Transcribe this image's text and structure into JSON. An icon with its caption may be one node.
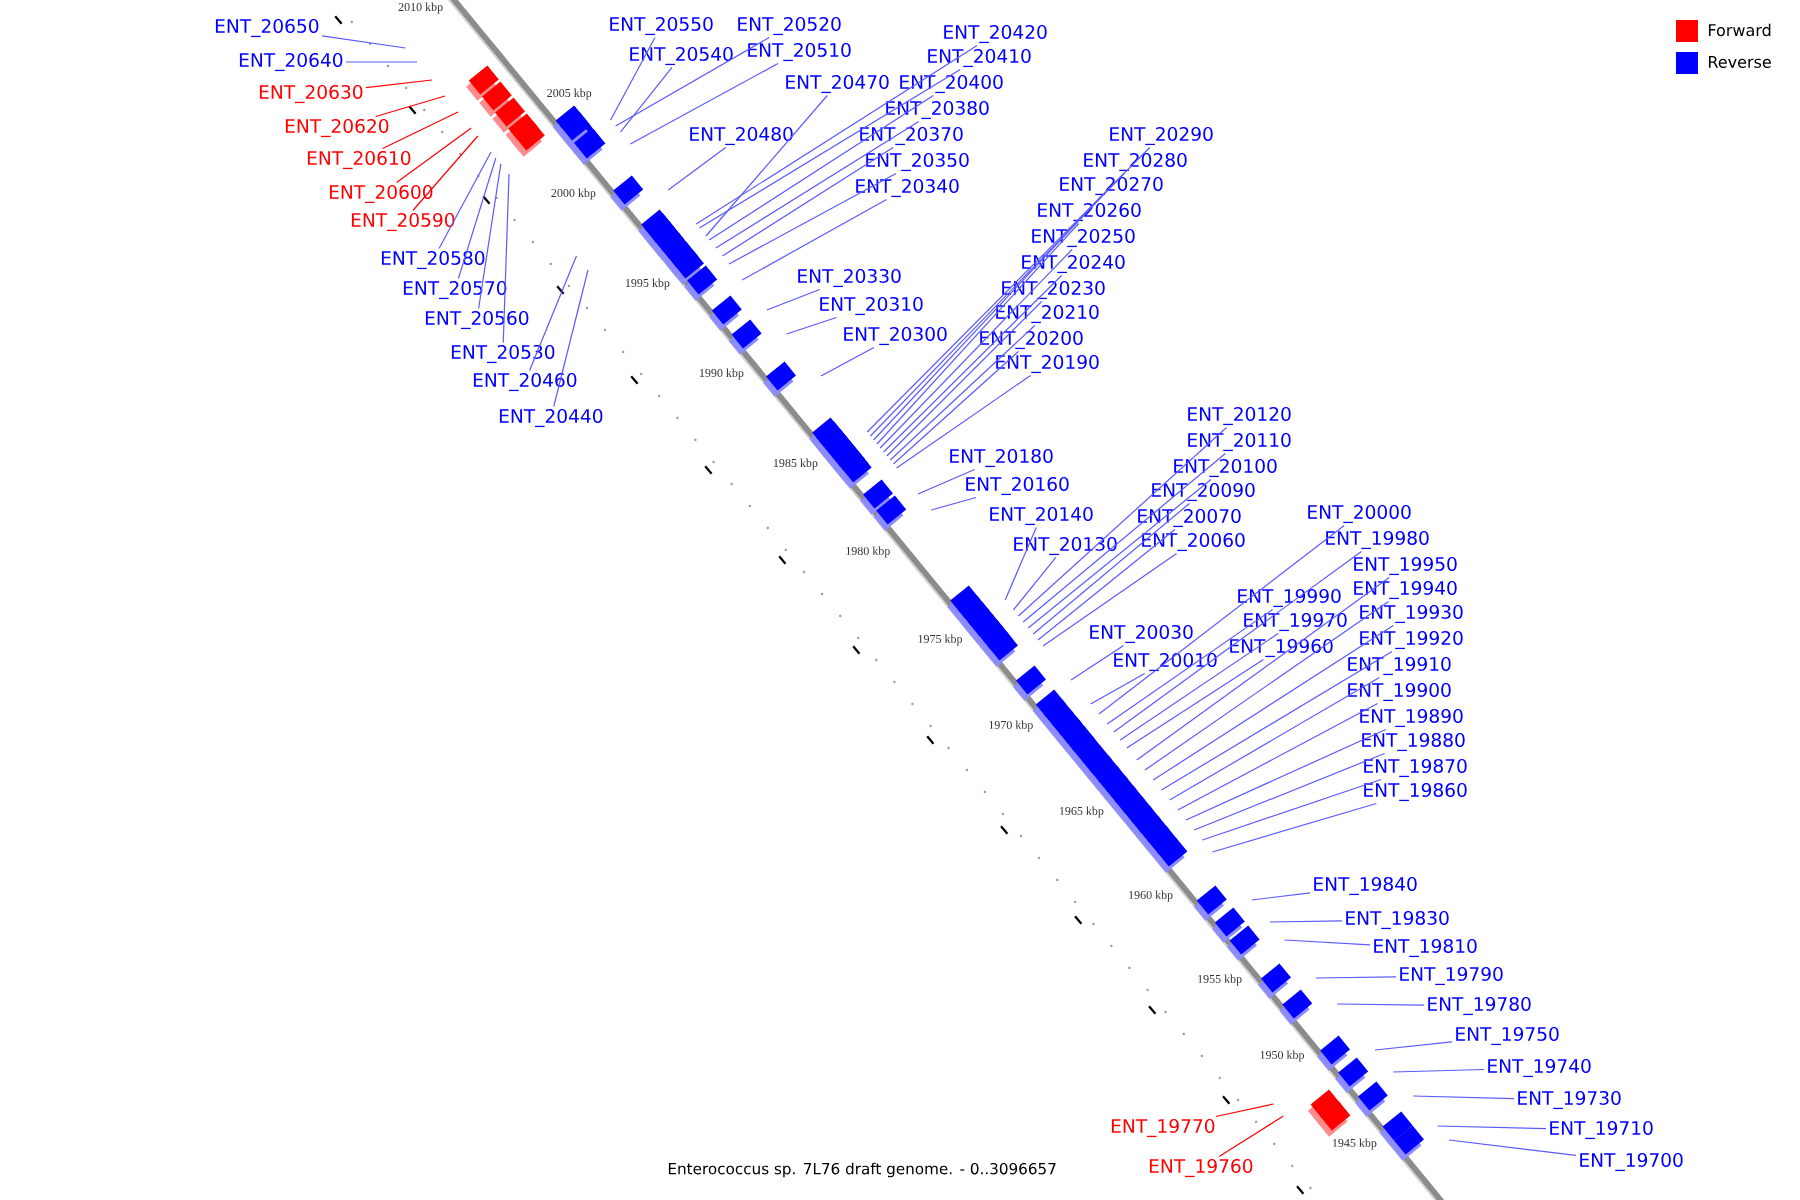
{
  "diagram": {
    "caption": "Enterococcus sp. 7L76 draft genome. - 0..3096657",
    "nodes": [
      {
        "text": [
          "ENT_20650"
        ]
      },
      {
        "text": [
          "ENT_20640"
        ]
      },
      {
        "text": [
          "ENT_20630"
        ]
      },
      {
        "text": [
          "ENT_20620"
        ]
      },
      {
        "text": [
          "ENT_20610"
        ]
      },
      {
        "text": [
          "ENT_20600"
        ]
      },
      {
        "text": [
          "ENT_20590"
        ]
      },
      {
        "text": [
          "ENT_20580"
        ]
      },
      {
        "text": [
          "ENT_20570"
        ]
      },
      {
        "text": [
          "ENT_20560"
        ]
      },
      {
        "text": [
          "ENT_20550"
        ]
      },
      {
        "text": [
          "ENT_20540"
        ]
      },
      {
        "text": [
          "ENT_20530"
        ]
      },
      {
        "text": [
          "ENT_20520"
        ]
      },
      {
        "text": [
          "ENT_20510"
        ]
      },
      {
        "text": [
          "ENT_20480"
        ]
      },
      {
        "text": [
          "ENT_20470"
        ]
      },
      {
        "text": [
          "ENT_20460"
        ]
      },
      {
        "text": [
          "ENT_20440"
        ]
      },
      {
        "text": [
          "ENT_20420"
        ]
      },
      {
        "text": [
          "ENT_20410"
        ]
      },
      {
        "text": [
          "ENT_20400"
        ]
      },
      {
        "text": [
          "ENT_20380"
        ]
      },
      {
        "text": [
          "ENT_20370"
        ]
      },
      {
        "text": [
          "ENT_20350"
        ]
      },
      {
        "text": [
          "ENT_20340"
        ]
      },
      {
        "text": [
          "ENT_20330"
        ]
      },
      {
        "text": [
          "ENT_20310"
        ]
      },
      {
        "text": [
          "ENT_20300"
        ]
      },
      {
        "text": [
          "ENT_20290"
        ]
      },
      {
        "text": [
          "ENT_20280"
        ]
      },
      {
        "text": [
          "ENT_20270"
        ]
      },
      {
        "text": [
          "ENT_20260"
        ]
      },
      {
        "text": [
          "ENT_20250"
        ]
      },
      {
        "text": [
          "ENT_20240"
        ]
      },
      {
        "text": [
          "ENT_20230"
        ]
      },
      {
        "text": [
          "ENT_20210"
        ]
      },
      {
        "text": [
          "ENT_20200"
        ]
      },
      {
        "text": [
          "ENT_20190"
        ]
      },
      {
        "text": [
          "ENT_20180"
        ]
      },
      {
        "text": [
          "ENT_20160"
        ]
      },
      {
        "text": [
          "ENT_20140"
        ]
      },
      {
        "text": [
          "ENT_20130"
        ]
      },
      {
        "text": [
          "ENT_20120"
        ]
      },
      {
        "text": [
          "ENT_20110"
        ]
      },
      {
        "text": [
          "ENT_20100"
        ]
      },
      {
        "text": [
          "ENT_20090"
        ]
      },
      {
        "text": [
          "ENT_20070"
        ]
      },
      {
        "text": [
          "ENT_20060"
        ]
      },
      {
        "text": [
          "ENT_20030"
        ]
      },
      {
        "text": [
          "ENT_20010"
        ]
      },
      {
        "text": [
          "ENT_20000"
        ]
      },
      {
        "text": [
          "ENT_19990"
        ]
      },
      {
        "text": [
          "ENT_19980"
        ]
      },
      {
        "text": [
          "ENT_19970"
        ]
      },
      {
        "text": [
          "ENT_19960"
        ]
      },
      {
        "text": [
          "ENT_19950"
        ]
      },
      {
        "text": [
          "ENT_19940"
        ]
      },
      {
        "text": [
          "ENT_19930"
        ]
      },
      {
        "text": [
          "ENT_19920"
        ]
      },
      {
        "text": [
          "ENT_19910"
        ]
      },
      {
        "text": [
          "ENT_19900"
        ]
      },
      {
        "text": [
          "ENT_19890"
        ]
      },
      {
        "text": [
          "ENT_19880"
        ]
      },
      {
        "text": [
          "ENT_19870"
        ]
      },
      {
        "text": [
          "ENT_19860"
        ]
      },
      {
        "text": [
          "ENT_19840"
        ]
      },
      {
        "text": [
          "ENT_19830"
        ]
      },
      {
        "text": [
          "ENT_19810"
        ]
      },
      {
        "text": [
          "ENT_19790"
        ]
      },
      {
        "text": [
          "ENT_19780"
        ]
      },
      {
        "text": [
          "ENT_19770"
        ]
      },
      {
        "text": [
          "ENT_19760"
        ]
      },
      {
        "text": [
          "ENT_19750"
        ]
      },
      {
        "text": [
          "ENT_19740"
        ]
      },
      {
        "text": [
          "ENT_19730"
        ]
      },
      {
        "text": [
          "ENT_19710"
        ]
      },
      {
        "text": [
          "ENT_19700"
        ]
      }
    ],
    "edges": [
      {
        "from": 0,
        "to": null,
        "arrow": "none"
      },
      {
        "from": 1,
        "to": null,
        "arrow": "none"
      },
      {
        "from": 2,
        "to": null,
        "arrow": "none",
        "color": "#ff0000"
      },
      {
        "from": 3,
        "to": null,
        "arrow": "none",
        "color": "#ff0000"
      },
      {
        "from": 4,
        "to": null,
        "arrow": "none",
        "color": "#ff0000"
      },
      {
        "from": 5,
        "to": null,
        "arrow": "none",
        "color": "#ff0000"
      },
      {
        "from": 6,
        "to": null,
        "arrow": "none",
        "color": "#ff0000"
      },
      {
        "from": 7,
        "to": null,
        "arrow": "none"
      },
      {
        "from": 8,
        "to": null,
        "arrow": "none"
      },
      {
        "from": 9,
        "to": null,
        "arrow": "none"
      },
      {
        "from": 10,
        "to": null,
        "arrow": "none"
      },
      {
        "from": 11,
        "to": null,
        "arrow": "none"
      },
      {
        "from": 12,
        "to": null,
        "arrow": "none"
      },
      {
        "from": 13,
        "to": null,
        "arrow": "none"
      },
      {
        "from": 14,
        "to": null,
        "arrow": "none"
      },
      {
        "from": 15,
        "to": null,
        "arrow": "none"
      },
      {
        "from": 16,
        "to": null,
        "arrow": "none"
      },
      {
        "from": 17,
        "to": null,
        "arrow": "none"
      },
      {
        "from": 18,
        "to": null,
        "arrow": "none"
      },
      {
        "from": 19,
        "to": null,
        "arrow": "none"
      },
      {
        "from": 20,
        "to": null,
        "arrow": "none"
      },
      {
        "from": 21,
        "to": null,
        "arrow": "none"
      },
      {
        "from": 22,
        "to": null,
        "arrow": "none"
      },
      {
        "from": 23,
        "to": null,
        "arrow": "none"
      },
      {
        "from": 24,
        "to": null,
        "arrow": "none"
      },
      {
        "from": 25,
        "to": null,
        "arrow": "none"
      },
      {
        "from": 26,
        "to": null,
        "arrow": "none"
      },
      {
        "from": 27,
        "to": null,
        "arrow": "none"
      },
      {
        "from": 28,
        "to": null,
        "arrow": "none"
      },
      {
        "from": 29,
        "to": null,
        "arrow": "none"
      },
      {
        "from": 30,
        "to": null,
        "arrow": "none"
      },
      {
        "from": 31,
        "to": null,
        "arrow": "none"
      },
      {
        "from": 32,
        "to": null,
        "arrow": "none"
      },
      {
        "from": 33,
        "to": null,
        "arrow": "none"
      },
      {
        "from": 34,
        "to": null,
        "arrow": "none"
      },
      {
        "from": 35,
        "to": null,
        "arrow": "none"
      },
      {
        "from": 36,
        "to": null,
        "arrow": "none"
      },
      {
        "from": 37,
        "to": null,
        "arrow": "none"
      },
      {
        "from": 38,
        "to": null,
        "arrow": "none"
      },
      {
        "from": 39,
        "to": null,
        "arrow": "none"
      },
      {
        "from": 40,
        "to": null,
        "arrow": "none"
      },
      {
        "from": 41,
        "to": null,
        "arrow": "none"
      },
      {
        "from": 42,
        "to": null,
        "arrow": "none"
      },
      {
        "from": 43,
        "to": null,
        "arrow": "none"
      },
      {
        "from": 44,
        "to": null,
        "arrow": "none"
      },
      {
        "from": 45,
        "to": null,
        "arrow": "none"
      },
      {
        "from": 46,
        "to": null,
        "arrow": "none"
      },
      {
        "from": 47,
        "to": null,
        "arrow": "none"
      },
      {
        "from": 48,
        "to": null,
        "arrow": "none"
      },
      {
        "from": 49,
        "to": null,
        "arrow": "none"
      },
      {
        "from": 50,
        "to": null,
        "arrow": "none"
      },
      {
        "from": 51,
        "to": null,
        "arrow": "none"
      },
      {
        "from": 52,
        "to": null,
        "arrow": "none"
      },
      {
        "from": 53,
        "to": null,
        "arrow": "none"
      },
      {
        "from": 54,
        "to": null,
        "arrow": "none"
      },
      {
        "from": 55,
        "to": null,
        "arrow": "none"
      },
      {
        "from": 56,
        "to": null,
        "arrow": "none"
      },
      {
        "from": 57,
        "to": null,
        "arrow": "none"
      },
      {
        "from": 58,
        "to": null,
        "arrow": "none"
      },
      {
        "from": 59,
        "to": null,
        "arrow": "none"
      },
      {
        "from": 60,
        "to": null,
        "arrow": "none"
      },
      {
        "from": 61,
        "to": null,
        "arrow": "none"
      },
      {
        "from": 62,
        "to": null,
        "arrow": "none"
      },
      {
        "from": 63,
        "to": null,
        "arrow": "none"
      },
      {
        "from": 64,
        "to": null,
        "arrow": "none"
      },
      {
        "from": 65,
        "to": null,
        "arrow": "none"
      },
      {
        "from": 66,
        "to": null,
        "arrow": "none"
      },
      {
        "from": 67,
        "to": null,
        "arrow": "none"
      },
      {
        "from": 68,
        "to": null,
        "arrow": "none"
      },
      {
        "from": 69,
        "to": null,
        "arrow": "none"
      },
      {
        "from": 70,
        "to": null,
        "arrow": "none"
      },
      {
        "from": 71,
        "to": null,
        "arrow": "none",
        "color": "#ff0000"
      },
      {
        "from": 72,
        "to": null,
        "arrow": "none",
        "color": "#ff0000"
      },
      {
        "from": 73,
        "to": null,
        "arrow": "none"
      },
      {
        "from": 74,
        "to": null,
        "arrow": "none"
      },
      {
        "from": 75,
        "to": null,
        "arrow": "none"
      },
      {
        "from": 76,
        "to": null,
        "arrow": "none"
      },
      {
        "from": 77,
        "to": null,
        "arrow": "none"
      }
    ],
    "labels": [
      "2010 kbp",
      "2005 kbp",
      "2000 kbp",
      "1995 kbp",
      "1990 kbp",
      "1985 kbp",
      "1980 kbp",
      "1975 kbp",
      "1970 kbp",
      "1965 kbp",
      "1960 kbp",
      "1955 kbp",
      "1950 kbp",
      "1945 kbp"
    ],
    "legend": [
      {
        "text": "Forward",
        "color": "#ff0000"
      },
      {
        "text": "Reverse",
        "color": "#0000ff"
      }
    ]
  }
}
